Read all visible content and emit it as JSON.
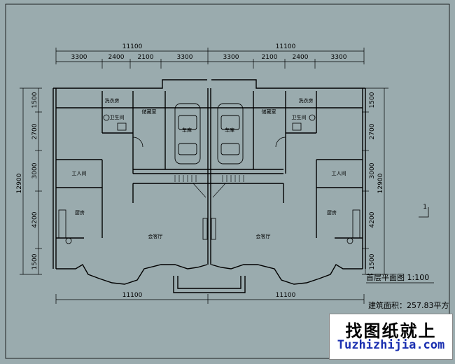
{
  "plan": {
    "top_total_left": "11100",
    "top_total_right": "11100",
    "bottom_total_left": "11100",
    "bottom_total_right": "11100",
    "top_segments": [
      "3300",
      "2400",
      "2100",
      "3300",
      "3300",
      "2100",
      "2400",
      "3300"
    ],
    "left_segments": [
      "1500",
      "2700",
      "3000",
      "4200",
      "1500"
    ],
    "left_total": "12900",
    "right_segments": [
      "1500",
      "2700",
      "3000",
      "4200",
      "1500"
    ],
    "right_total": "12900",
    "rooms": {
      "laundry": "洗衣房",
      "bathroom": "卫生间",
      "storage": "储藏室",
      "garage": "车库",
      "servant": "工人间",
      "kitchen": "厨房",
      "living": "会客厅"
    },
    "title": "首层平面图 1:100",
    "area": "建筑面积：257.83平方",
    "axis_marker": "1"
  },
  "watermark": {
    "chinese": "找图纸就上",
    "url": "Tuzhizhijia.com"
  },
  "colors": {
    "background": "#9aabae",
    "lines": "#000000",
    "url_text": "#1a2fb0"
  }
}
